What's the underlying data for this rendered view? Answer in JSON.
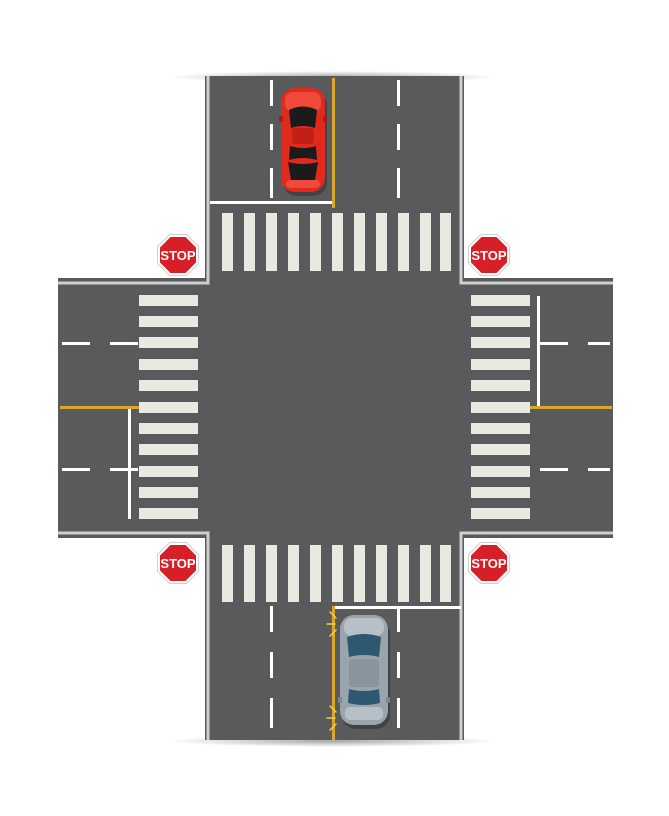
{
  "scene": {
    "colors": {
      "asphalt": "#595a5c",
      "asphalt_light": "#606163",
      "curb": "#c9c9c9",
      "lane_line": "#ffffff",
      "center_line": "#d9a82a",
      "crosswalk": "#e9e9e2",
      "stop_sign": "#d61f26",
      "car_red": "#e02a1d",
      "car_silver": "#9aa4ad"
    },
    "stop_signs": [
      {
        "label": "STOP"
      },
      {
        "label": "STOP"
      },
      {
        "label": "STOP"
      },
      {
        "label": "STOP"
      }
    ],
    "vehicles": [
      {
        "name": "red-car",
        "color": "#e02a1d",
        "turn_signal": false
      },
      {
        "name": "silver-car",
        "color": "#9aa4ad",
        "turn_signal": true
      }
    ]
  }
}
